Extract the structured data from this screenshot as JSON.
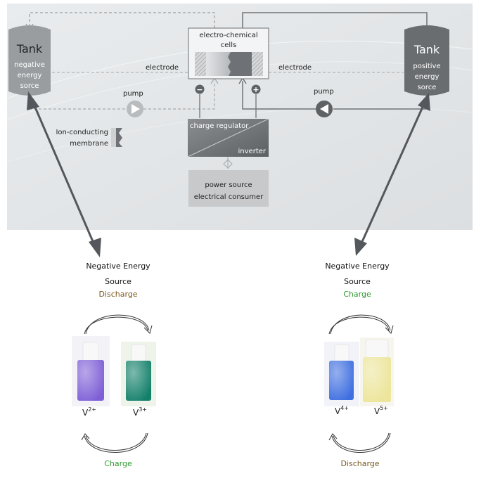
{
  "diagram": {
    "tank_negative": {
      "title": "Tank",
      "lines": [
        "negative",
        "energy",
        "sorce"
      ]
    },
    "tank_positive": {
      "title": "Tank",
      "lines": [
        "positive",
        "energy",
        "sorce"
      ]
    },
    "cells_label": [
      "electro-chemical",
      "cells"
    ],
    "electrode_left": "electrode",
    "electrode_right": "electrode",
    "pump_left": "pump",
    "pump_right": "pump",
    "membrane_label": [
      "Ion-conducting",
      "membrane"
    ],
    "charge_regulator": "charge regulator",
    "inverter": "inverter",
    "power_source": [
      "power source",
      "electrical consumer"
    ],
    "minus_sign": "−",
    "plus_sign": "+"
  },
  "panels": {
    "left": {
      "heading": [
        "Negative Energy",
        "Source"
      ],
      "top_state": "Discharge",
      "bottom_state": "Charge",
      "ion_a": {
        "base": "V",
        "sup": "2+"
      },
      "ion_b": {
        "base": "V",
        "sup": "3+"
      }
    },
    "right": {
      "heading": [
        "Negative Energy",
        "Source"
      ],
      "top_state": "Charge",
      "bottom_state": "Discharge",
      "ion_a": {
        "base": "V",
        "sup": "4+"
      },
      "ion_b": {
        "base": "V",
        "sup": "5+"
      }
    }
  },
  "colors": {
    "discharge": "#7a5a1e",
    "charge": "#2e9a2e",
    "tank": "#9a9d9f",
    "tank_dark": "#6a6d70",
    "vial_purple": "#7e5fd6",
    "vial_green": "#13806a",
    "vial_blue": "#3f6fe0",
    "vial_yellow": "#ece59a"
  }
}
